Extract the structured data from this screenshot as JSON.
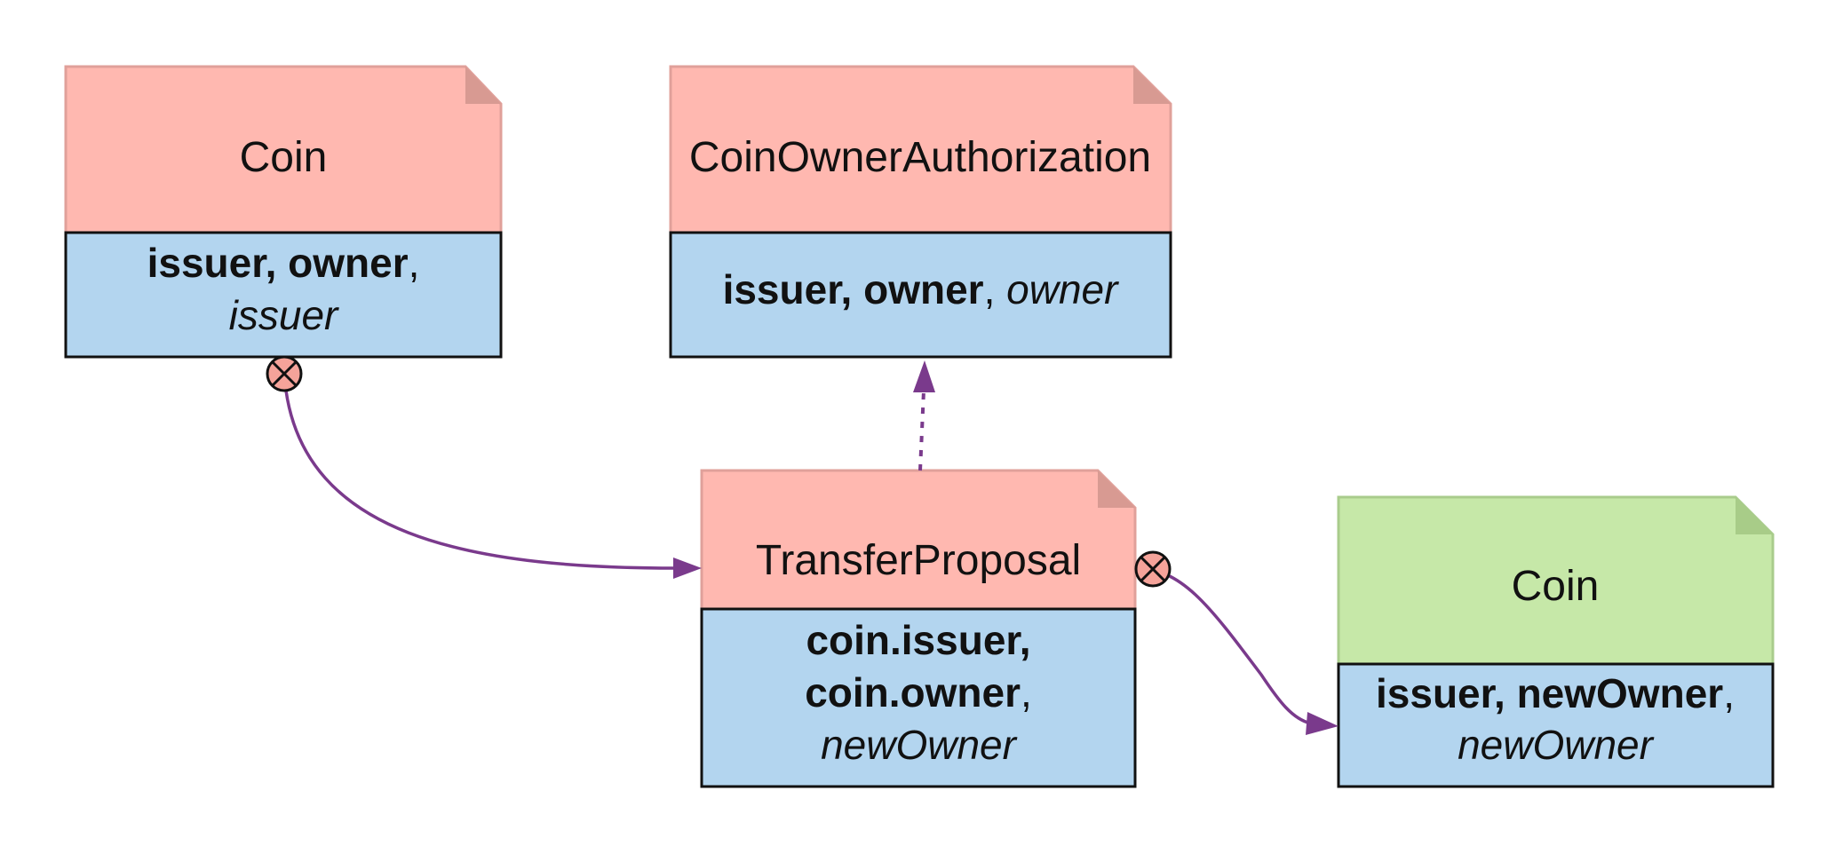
{
  "colors": {
    "header_red": "#ffb8b0",
    "header_red_border": "#e0a09a",
    "fold_red": "#d89a92",
    "header_green": "#c6e8a8",
    "header_green_border": "#a9cc8c",
    "fold_green": "#a8cc88",
    "body_blue": "#b3d5ef",
    "arrow_purple": "#7a3a8c"
  },
  "templates": {
    "coin_left": {
      "title": "Coin",
      "line1_bold": "issuer, owner",
      "line1_rest": ",",
      "line2_italic": "issuer"
    },
    "coin_owner_auth": {
      "title": "CoinOwnerAuthorization",
      "line1_bold": "issuer, owner",
      "line1_rest": ", ",
      "line1_italic": "owner"
    },
    "transfer_proposal": {
      "title": "TransferProposal",
      "line1_bold": "coin.issuer,",
      "line2_bold": "coin.owner",
      "line2_rest": ",",
      "line3_italic": "newOwner"
    },
    "coin_right": {
      "title": "Coin",
      "line1_bold": "issuer, newOwner",
      "line1_rest": ",",
      "line2_italic": "newOwner"
    }
  },
  "icons": {
    "archive": "archive-x-icon",
    "arrowhead": "arrowhead-icon"
  }
}
